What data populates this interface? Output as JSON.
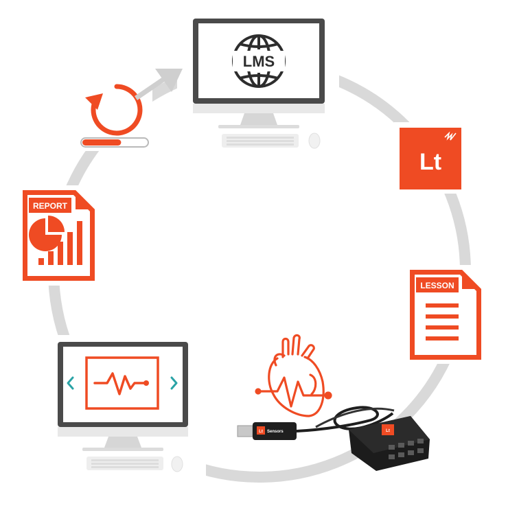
{
  "colors": {
    "accent": "#ef4b23",
    "ring": "#d9d9d9",
    "monitor_frame": "#4a4a4a",
    "stand": "#e6e6e6",
    "teal": "#2aa3a6"
  },
  "lms": {
    "label": "LMS",
    "icon": "globe-icon"
  },
  "brand": {
    "label": "Lt",
    "icon": "signal-waves-icon"
  },
  "lesson_doc": {
    "label": "LESSON"
  },
  "report_doc": {
    "label": "REPORT"
  },
  "device": {
    "usb_label": "Lt",
    "usb_sub": "Sensors",
    "hub_label": "Lt"
  },
  "sync": {
    "icon": "refresh-icon",
    "progress": 0.6
  },
  "player": {
    "icon": "heart-rate-icon",
    "prev_icon": "chevron-left-icon",
    "next_icon": "chevron-right-icon"
  },
  "heart": {
    "icon": "heart-anatomy-icon"
  }
}
